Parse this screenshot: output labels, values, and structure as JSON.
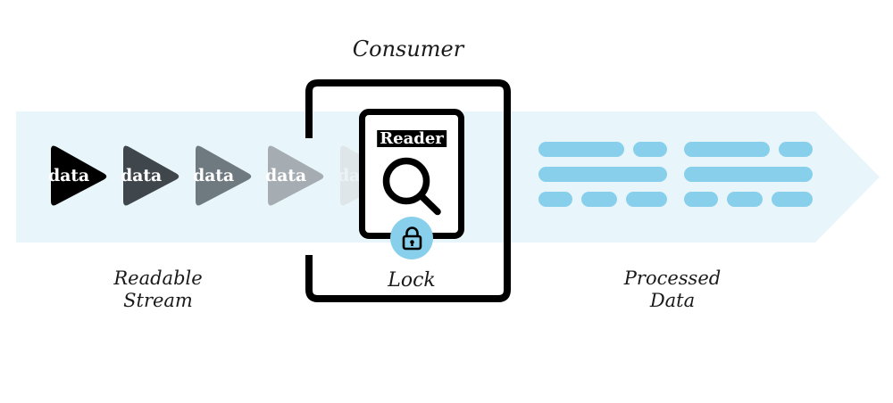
{
  "diagram": {
    "title_visible": false,
    "consumer": {
      "label": "Consumer",
      "reader_label": "Reader",
      "reader_icon": "magnifier-icon",
      "lock_icon": "padlock-icon",
      "lock_label": "Lock"
    },
    "stream": {
      "caption": "Readable\nStream",
      "band_color": "#e8f6fb",
      "arrows": [
        {
          "label": "data",
          "color": "#000000",
          "opacity": 1.0
        },
        {
          "label": "data",
          "color": "#3f474c",
          "opacity": 1.0
        },
        {
          "label": "data",
          "color": "#6f7a80",
          "opacity": 1.0
        },
        {
          "label": "data",
          "color": "#a5adb2",
          "opacity": 1.0
        },
        {
          "label": "data",
          "color": "#d8dddf",
          "opacity": 0.55
        }
      ]
    },
    "processed": {
      "caption": "Processed\nData",
      "bar_color": "#87cfeb",
      "groups": [
        {
          "rows": [
            [
              118,
              36
            ],
            [
              156
            ],
            [
              44,
              46,
              62
            ]
          ]
        },
        {
          "rows": [
            [
              118,
              36
            ],
            [
              156
            ],
            [
              44,
              46,
              62
            ]
          ]
        }
      ]
    },
    "colors": {
      "accent": "#87cfeb",
      "band": "#e8f6fb",
      "ink": "#000000"
    }
  }
}
